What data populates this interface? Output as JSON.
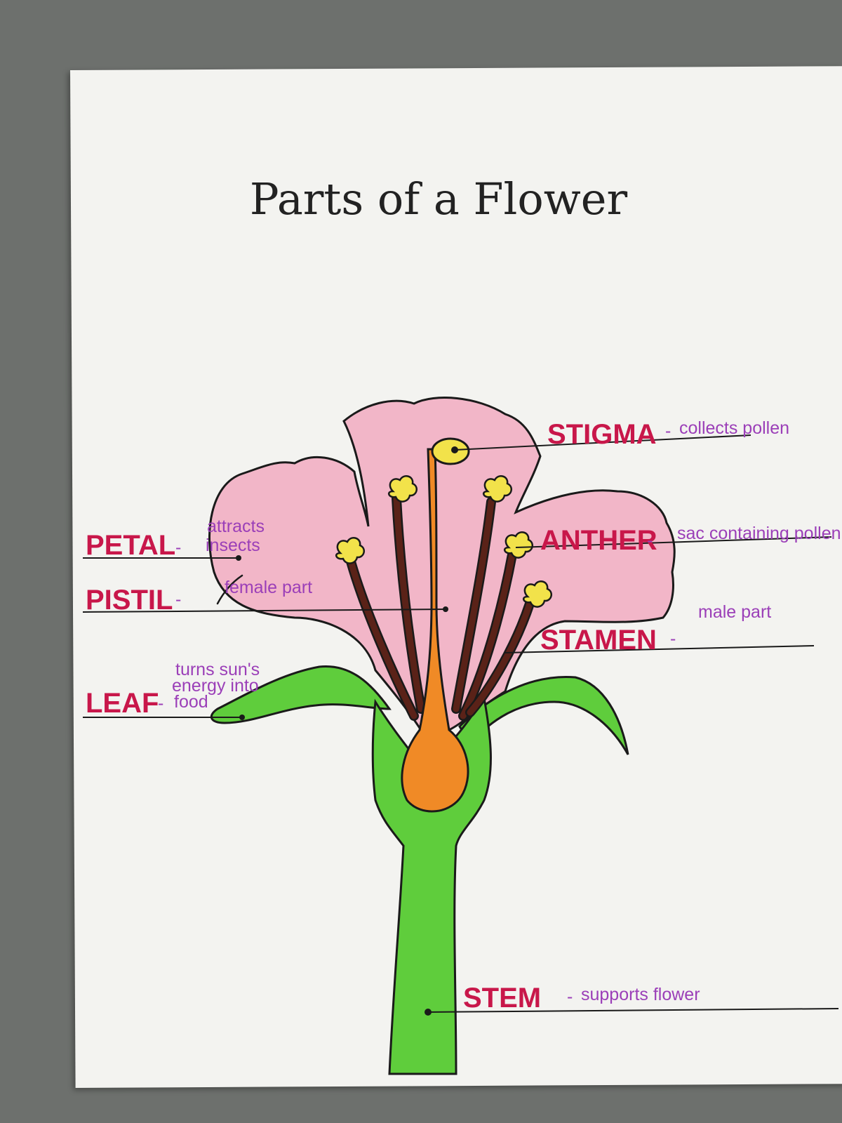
{
  "title": "Parts of a Flower",
  "labels": {
    "stigma": {
      "part": "STIGMA",
      "dash": "-",
      "desc": "collects pollen"
    },
    "anther": {
      "part": "ANTHER",
      "dash": "-",
      "desc": "sac containing pollen"
    },
    "petal": {
      "part": "PETAL",
      "dash": "-",
      "desc_line1": "attracts",
      "desc_line2": "insects"
    },
    "pistil": {
      "part": "PISTIL",
      "dash": "-",
      "desc": "female part"
    },
    "stamen": {
      "part": "STAMEN",
      "dash": "-",
      "desc": "male part"
    },
    "leaf": {
      "part": "LEAF",
      "dash": "-",
      "desc_line1": "turns sun's",
      "desc_line2": "energy into",
      "desc_line3": "food"
    },
    "stem": {
      "part": "STEM",
      "dash": "-",
      "desc": "supports flower"
    }
  },
  "colors": {
    "part_label": "#c8174a",
    "description": "#9b3fb8",
    "petal": "#f2b6c8",
    "stem_leaf": "#5fcd3c",
    "pistil": "#f08a26",
    "stamen_filament": "#5a2218",
    "anther": "#f2e24a",
    "background": "#6d706d",
    "paper": "#f3f3f0"
  }
}
